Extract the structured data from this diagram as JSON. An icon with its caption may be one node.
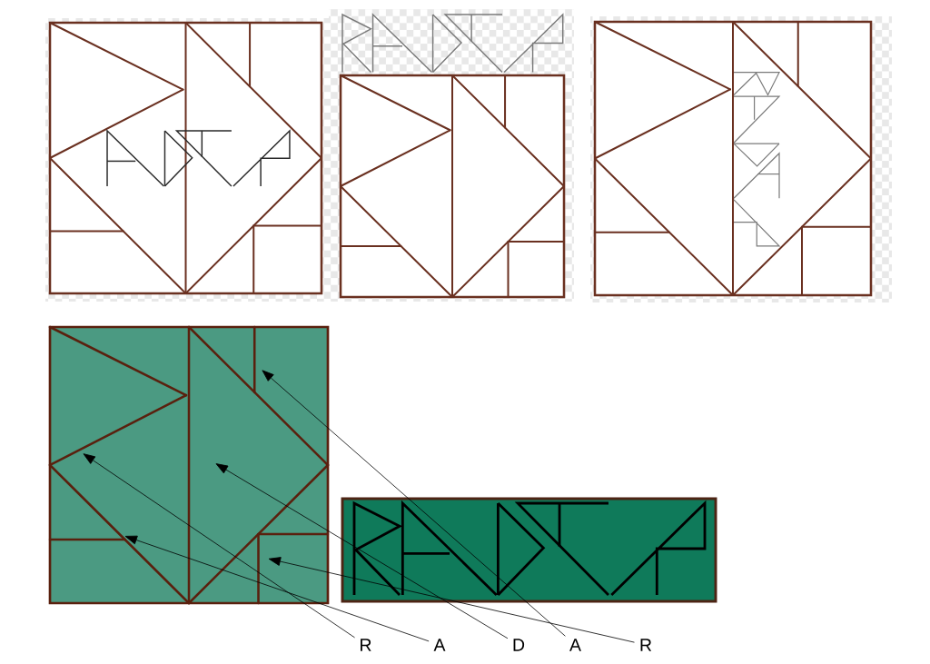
{
  "diagram": {
    "nodes": [
      {
        "text": [
          "R"
        ]
      },
      {
        "text": [
          "A"
        ]
      },
      {
        "text": [
          "D"
        ]
      },
      {
        "text": [
          "A"
        ]
      },
      {
        "text": [
          "R"
        ]
      }
    ],
    "edges": [
      {
        "from": 0,
        "to": null,
        "arrow": "to"
      },
      {
        "from": 1,
        "to": null,
        "arrow": "to"
      },
      {
        "from": 2,
        "to": null,
        "arrow": "to"
      },
      {
        "from": 3,
        "to": null,
        "arrow": "to"
      },
      {
        "from": 4,
        "to": null,
        "arrow": "to"
      }
    ]
  }
}
